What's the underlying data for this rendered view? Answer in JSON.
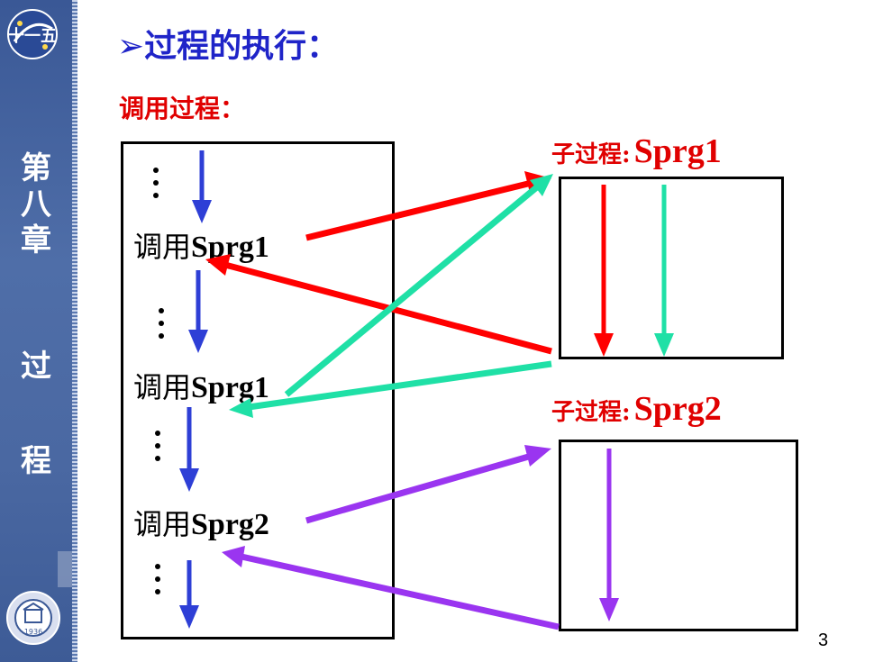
{
  "sidebar": {
    "chapter_chars": [
      "第",
      "八",
      "章",
      "过",
      "程"
    ],
    "logo_top_text": "十一五",
    "logo_bottom_year": "1936"
  },
  "slide": {
    "bullet": "➢",
    "title": "过程的执行：",
    "caller_label": "调用过程：",
    "page_number": "3"
  },
  "caller": {
    "calls": [
      {
        "prefix": "调用",
        "name": "Sprg1"
      },
      {
        "prefix": "调用",
        "name": "Sprg1"
      },
      {
        "prefix": "调用",
        "name": "Sprg2"
      }
    ]
  },
  "subprocedures": [
    {
      "label": "子过程:",
      "name": "Sprg1"
    },
    {
      "label": "子过程:",
      "name": "Sprg2"
    }
  ],
  "colors": {
    "title_blue": "#1f24c8",
    "label_red": "#e00000",
    "flow_blue": "#2e3fd6",
    "call1_red": "#ff0000",
    "call2_teal": "#1fe0a6",
    "call3_purple": "#9a35f0"
  }
}
